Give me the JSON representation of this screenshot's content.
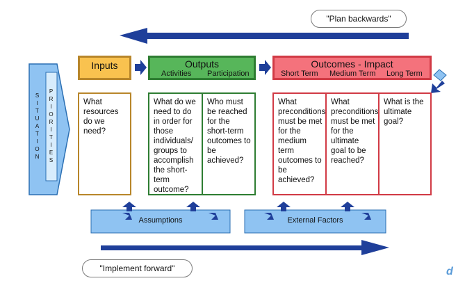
{
  "callouts": {
    "plan": "\"Plan backwards\"",
    "implement": "\"Implement forward\""
  },
  "situation": "SITUATION",
  "priorities": "PRIORITIES",
  "headers": {
    "inputs": "Inputs",
    "outputs": "Outputs",
    "activities": "Activities",
    "participation": "Participation",
    "outcomes": "Outcomes - Impact",
    "short_term": "Short Term",
    "medium_term": "Medium Term",
    "long_term": "Long Term"
  },
  "columns": {
    "inputs": "What resources do we need?",
    "activities": "What do we need to do in order for those individuals/ groups to accomplish the short-term outcome?",
    "participation": "Who must be reached for the short-term outcomes to be achieved?",
    "short_term": "What preconditions must be met for the medium term outcomes to be achieved?",
    "medium_term": "What preconditions must be met for the ultimate goal to be reached?",
    "long_term": "What is the ultimate goal?"
  },
  "bottom": {
    "assumptions": "Assumptions",
    "external": "External Factors"
  },
  "watermark": "d",
  "colors": {
    "inputs": "#b8862a",
    "outputs": "#2e7d32",
    "outcomes": "#d13a45",
    "arrow": "#1f3f9a",
    "box": "#8fc3f2"
  }
}
